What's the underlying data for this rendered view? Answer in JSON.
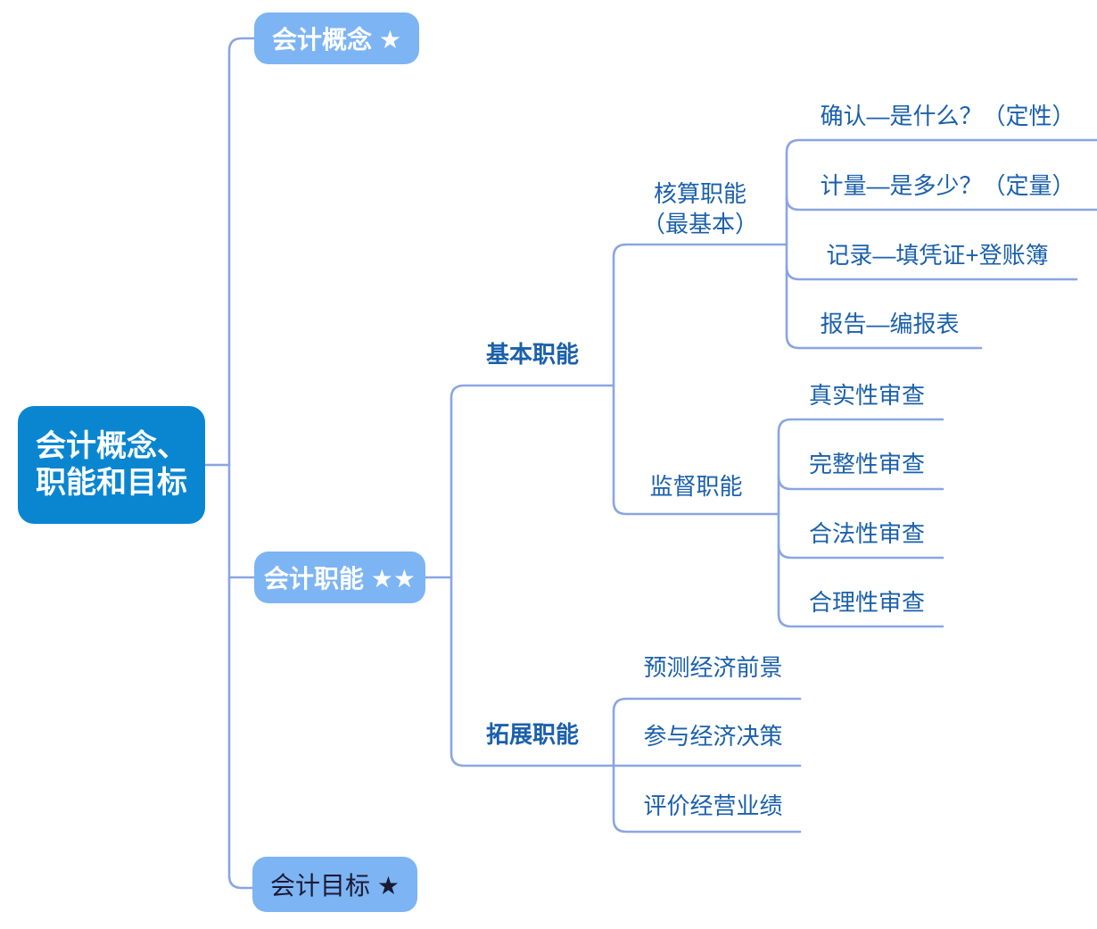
{
  "colors": {
    "root_fill": "#0a86d1",
    "child_fill": "#7db4f4",
    "branch_text": "#1b60ab",
    "connector_line": "#8aa5e2",
    "box_text_light": "#ffffff",
    "goal_box_text": "#1a1a33",
    "background": "#ffffff"
  },
  "root": {
    "line1": "会计概念、",
    "line2": "职能和目标"
  },
  "level1": [
    {
      "label": "会计概念 ★"
    },
    {
      "label": "会计职能 ★★"
    },
    {
      "label": "会计目标 ★"
    }
  ],
  "fn": {
    "basic": {
      "label": "基本职能",
      "accounting": {
        "line1": "核算职能",
        "line2": "（最基本）",
        "leaves": [
          "确认—是什么？（定性）",
          "计量—是多少？（定量）",
          "记录—填凭证+登账簿",
          "报告—编报表"
        ]
      },
      "supervision": {
        "label": "监督职能",
        "leaves": [
          "真实性审查",
          "完整性审查",
          "合法性审查",
          "合理性审查"
        ]
      }
    },
    "extended": {
      "label": "拓展职能",
      "leaves": [
        "预测经济前景",
        "参与经济决策",
        "评价经营业绩"
      ]
    }
  }
}
